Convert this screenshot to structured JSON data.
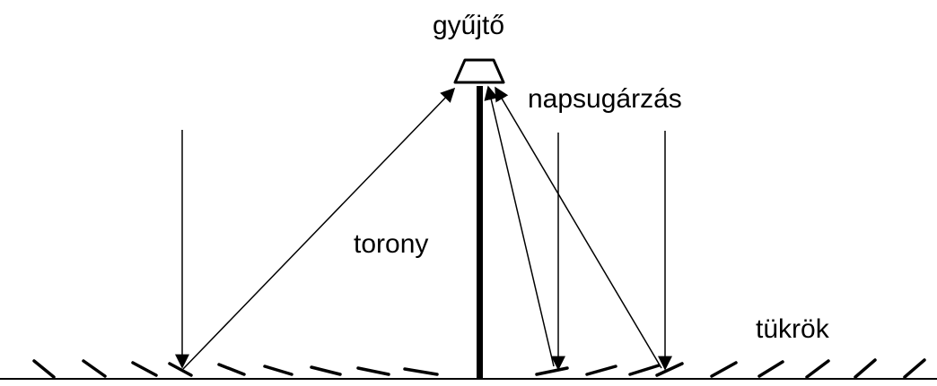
{
  "labels": {
    "collector": "gyűjtő",
    "sun_rays": "napsugárzás",
    "tower": "torony",
    "mirrors": "tükrök"
  },
  "colors": {
    "ink": "#000000",
    "background": "#ffffff"
  }
}
